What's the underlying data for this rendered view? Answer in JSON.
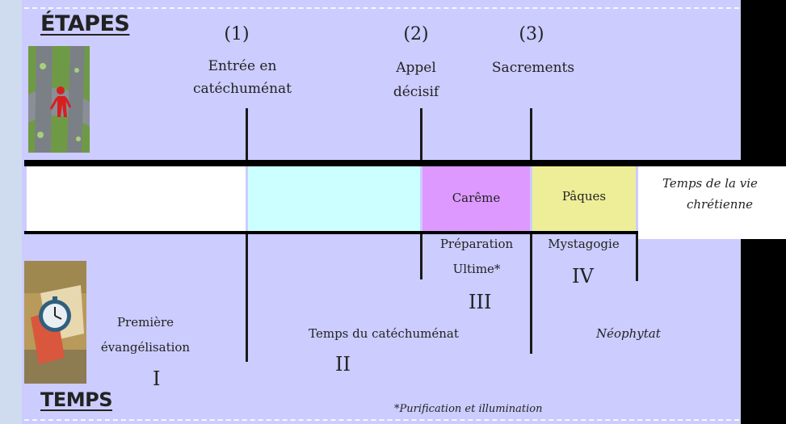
{
  "headings": {
    "etapes": "ÉTAPES",
    "temps": "TEMPS"
  },
  "steps": [
    {
      "number": "(1)",
      "line1": "Entrée en",
      "line2": "catéchuménat"
    },
    {
      "number": "(2)",
      "line1": "Appel",
      "line2": "décisif"
    },
    {
      "number": "(3)",
      "line1": "Sacrements"
    }
  ],
  "bands": {
    "careme": "Carême",
    "paques": "Pâques",
    "vie_line1": "Temps de la vie",
    "vie_line2": "chrétienne"
  },
  "periods": {
    "evangelisation_line1": "Première",
    "evangelisation_line2": "évangélisation",
    "evangelisation_numeral": "I",
    "catechumenat": "Temps du catéchuménat",
    "catechumenat_numeral": "II",
    "preparation_line1": "Préparation",
    "preparation_line2": "Ultime*",
    "preparation_numeral": "III",
    "mystagogie": "Mystagogie",
    "mystagogie_numeral": "IV",
    "neophytat": "Néophytat"
  },
  "footnote": "*Purification et illumination",
  "colors": {
    "panel": "#ccccff",
    "band_white": "#ffffff",
    "band_cyan": "#ccffff",
    "band_careme": "#dd99ff",
    "band_paques": "#eeee99"
  }
}
